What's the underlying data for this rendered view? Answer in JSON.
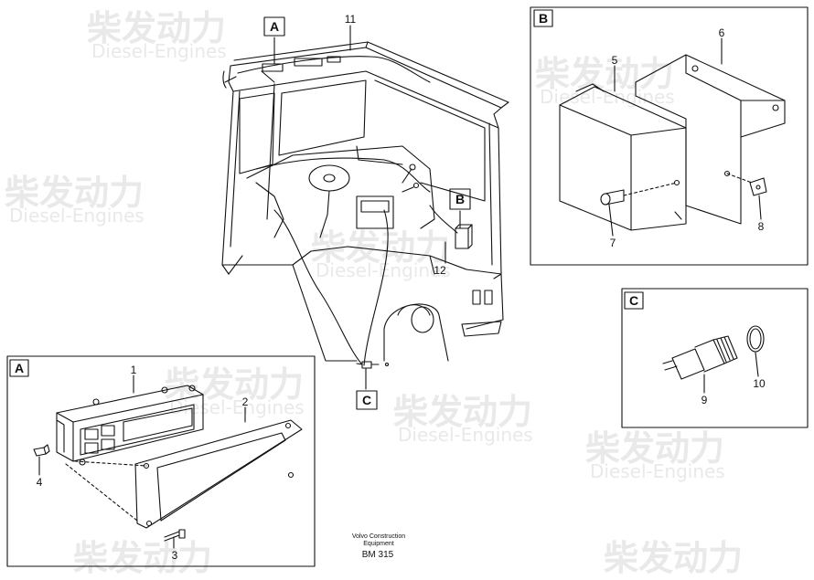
{
  "watermark": {
    "brand": "柴发动力",
    "sub": "Diesel-Engines"
  },
  "callouts": {
    "A": "A",
    "B": "B",
    "C": "C"
  },
  "detail_labels": {
    "A": "A",
    "B": "B",
    "C": "C"
  },
  "parts": {
    "p1": "1",
    "p2": "2",
    "p3": "3",
    "p4": "4",
    "p5": "5",
    "p6": "6",
    "p7": "7",
    "p8": "8",
    "p9": "9",
    "p10": "10",
    "p11": "11",
    "p12": "12"
  },
  "footer": {
    "line1": "Volvo Construction",
    "line2": "Equipment",
    "code": "BM 315"
  }
}
